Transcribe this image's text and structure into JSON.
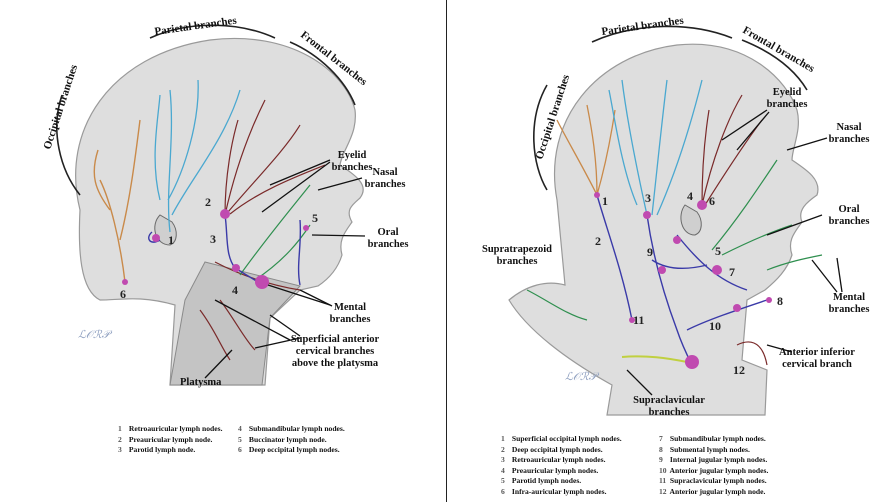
{
  "left_panel": {
    "arc_labels": {
      "occipital": "Occipital branches",
      "parietal": "Parietal branches",
      "frontal": "Frontal branches"
    },
    "labels": {
      "eyelid": [
        "Eyelid",
        "branches"
      ],
      "nasal": [
        "Nasal",
        "branches"
      ],
      "oral": [
        "Oral",
        "branches"
      ],
      "mental": [
        "Mental",
        "branches"
      ],
      "superficial": [
        "Superficial  anterior",
        "cervical branches",
        "above the platysma"
      ],
      "platysma": "Platysma"
    },
    "node_numbers": [
      "1",
      "2",
      "3",
      "4",
      "5",
      "6"
    ],
    "signature": "ℒ𝒪ℛ𝒫",
    "legend": [
      {
        "n": "1",
        "text": "Retroauricular lymph nodes."
      },
      {
        "n": "2",
        "text": "Preauricular lymph node."
      },
      {
        "n": "3",
        "text": "Parotid lymph node."
      },
      {
        "n": "4",
        "text": "Submandibular lymph nodes."
      },
      {
        "n": "5",
        "text": "Buccinator lymph node."
      },
      {
        "n": "6",
        "text": "Deep occipital lymph nodes."
      }
    ]
  },
  "right_panel": {
    "arc_labels": {
      "occipital": "Occipital branches",
      "parietal": "Parietal branches",
      "frontal": "Frontal branches"
    },
    "labels": {
      "eyelid": [
        "Eyelid",
        "branches"
      ],
      "nasal": [
        "Nasal",
        "branches"
      ],
      "oral": [
        "Oral",
        "branches"
      ],
      "mental": [
        "Mental",
        "branches"
      ],
      "supratrapezoid": [
        "Supratrapezoid",
        "branches"
      ],
      "anterior_inferior": [
        "Anterior inferior",
        "cervical branch"
      ],
      "supraclavicular": [
        "Supraclavicular",
        "branches"
      ]
    },
    "node_numbers": [
      "1",
      "2",
      "3",
      "4",
      "5",
      "6",
      "7",
      "8",
      "9",
      "10",
      "11",
      "12"
    ],
    "signature": "ℒ𝒪ℛ𝒫",
    "legend_left": [
      {
        "n": "1",
        "text": "Superficial occipital lymph nodes."
      },
      {
        "n": "2",
        "text": "Deep occipital lymph nodes."
      },
      {
        "n": "3",
        "text": "Retroauricular lymph nodes."
      },
      {
        "n": "4",
        "text": "Preauricular lymph nodes."
      },
      {
        "n": "5",
        "text": "Parotid lymph nodes."
      },
      {
        "n": "6",
        "text": "Infra-auricular lymph nodes."
      }
    ],
    "legend_right": [
      {
        "n": "7",
        "text": "Submandibular lymph nodes."
      },
      {
        "n": "8",
        "text": "Submental lymph nodes."
      },
      {
        "n": "9",
        "text": "Internal jugular lymph nodes."
      },
      {
        "n": "10",
        "text": "Anterior jugular lymph nodes."
      },
      {
        "n": "11",
        "text": "Supraclavicular lymph nodes."
      },
      {
        "n": "12",
        "text": "Anterior jugular lymph node."
      }
    ]
  },
  "colors": {
    "occipital": "#c98a4a",
    "parietal": "#4aa8d0",
    "frontal": "#7a2a2a",
    "facial": "#2f8f4f",
    "deep": "#3a3aa8",
    "node": "#c04ab0",
    "cervical": "#c0d040",
    "skin": "#dcdcdc"
  }
}
